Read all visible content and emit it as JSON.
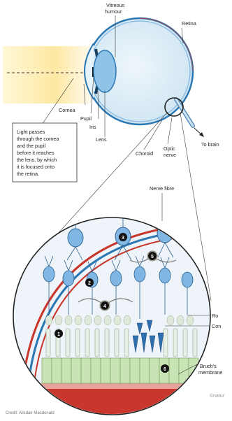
{
  "labels": {
    "vitreous_line1": "Vitreous",
    "vitreous_line2": "humour",
    "retina": "Retina",
    "cornea": "Cornea",
    "pupil": "Pupil",
    "iris": "Iris",
    "lens": "Lens",
    "choroid": "Choroid",
    "optic_line1": "Optic",
    "optic_line2": "nerve",
    "to_brain": "To brain",
    "nerve_fibre": "Nerve fibre",
    "rods": "Ro",
    "cones": "Con",
    "bruch_line1": "Bruch's",
    "bruch_line2": "membrane"
  },
  "caption": {
    "lines": [
      "Light passes",
      "through the cornea",
      "and the pupil",
      "before it reaches",
      "the lens, by which",
      "it is focused onto",
      "the retina."
    ]
  },
  "numbers": [
    "1",
    "2",
    "3",
    "4",
    "5",
    "6"
  ],
  "watermark": "©natur",
  "credit": "Credit: Alisdair Macdonald",
  "colors": {
    "light_beam": "#fbe9a8",
    "eye_fill": "#d6eaf4",
    "eye_outline": "#2b78b3",
    "lens_fill": "#8fc4e8",
    "rod_fill": "#e8efe6",
    "cone_fill": "#2f6fb0",
    "epithelium": "#c9e4b4",
    "choroid_red": "#c9362b",
    "neuron_fill": "#7fb6e3"
  }
}
